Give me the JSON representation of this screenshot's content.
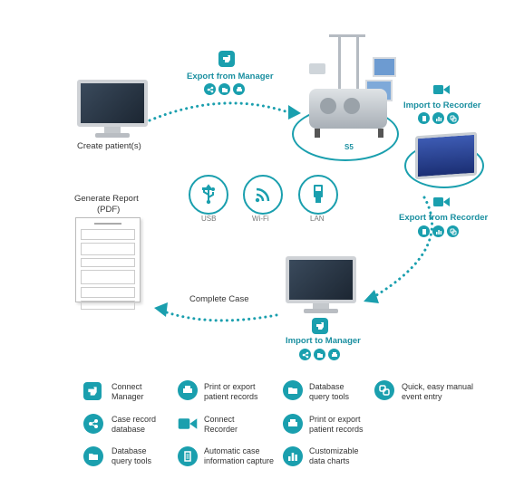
{
  "steps": {
    "create": "Create patient(s)",
    "export_manager": "Export from Manager",
    "import_recorder": "Import to Recorder",
    "device": "S5",
    "export_recorder": "Export from Recorder",
    "generate_report": "Generate Report",
    "generate_report_sub": "(PDF)",
    "complete_case": "Complete Case",
    "import_manager": "Import to Manager"
  },
  "connectivity": [
    {
      "label": "USB",
      "icon": "usb-icon"
    },
    {
      "label": "Wi-Fi",
      "icon": "wifi-icon"
    },
    {
      "label": "LAN",
      "icon": "lan-icon"
    }
  ],
  "legend": [
    {
      "icon": "hand-icon",
      "l1": "Connect",
      "l2": "Manager"
    },
    {
      "icon": "printer-icon",
      "l1": "Print or export",
      "l2": "patient records"
    },
    {
      "icon": "folder-icon",
      "l1": "Database",
      "l2": "query tools"
    },
    {
      "icon": "event-entry-icon",
      "l1": "Quick, easy manual",
      "l2": "event entry"
    },
    {
      "icon": "share-icon",
      "l1": "Case record",
      "l2": "database"
    },
    {
      "icon": "camera-icon",
      "l1": "Connect",
      "l2": "Recorder"
    },
    {
      "icon": "printer-icon",
      "l1": "Print or export",
      "l2": "patient records"
    },
    {
      "icon": "folder-icon",
      "l1": "Database",
      "l2": "query tools"
    },
    {
      "icon": "document-icon",
      "l1": "Automatic case",
      "l2": "information capture"
    },
    {
      "icon": "chart-icon",
      "l1": "Customizable",
      "l2": "data charts"
    }
  ],
  "colors": {
    "accent": "#1a9fae",
    "text": "#333333"
  }
}
